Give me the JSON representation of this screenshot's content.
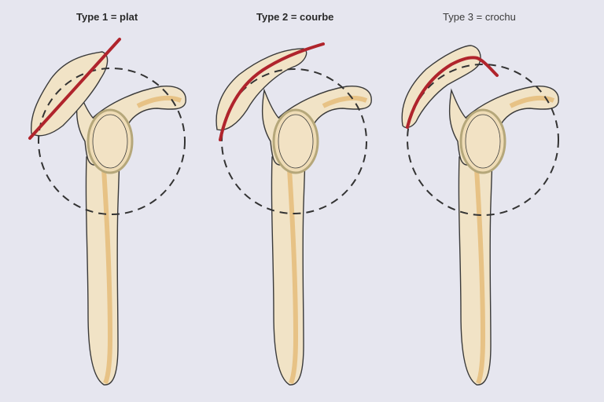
{
  "figures": [
    {
      "label": "Type 1 = plat",
      "shape": "flat"
    },
    {
      "label": "Type 2  = courbe",
      "shape": "curved"
    },
    {
      "label": "Type 3 = crochu",
      "shape": "hooked"
    }
  ],
  "colors": {
    "background": "#e6e6ef",
    "bone_fill": "#f1e3c6",
    "bone_shadow": "#e2b46a",
    "outline": "#3a3a3a",
    "acromion_line": "#b0242c",
    "dashed_circle": "#333333"
  }
}
